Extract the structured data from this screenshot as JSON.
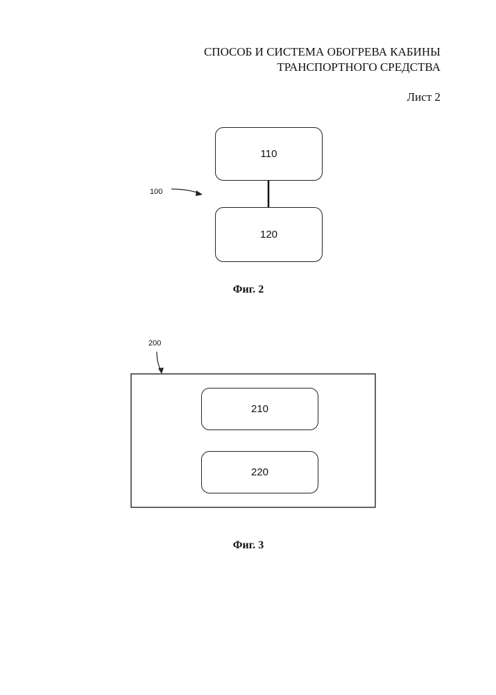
{
  "header": {
    "title_line1": "СПОСОБ И СИСТЕМА ОБОГРЕВА КАБИНЫ",
    "title_line2": "ТРАНСПОРТНОГО СРЕДСТВА",
    "sheet": "Лист 2"
  },
  "fig2": {
    "ref": "100",
    "block_top": "110",
    "block_bottom": "120",
    "caption": "Фиг. 2"
  },
  "fig3": {
    "ref": "200",
    "block_top": "210",
    "block_bottom": "220",
    "caption": "Фиг. 3"
  }
}
